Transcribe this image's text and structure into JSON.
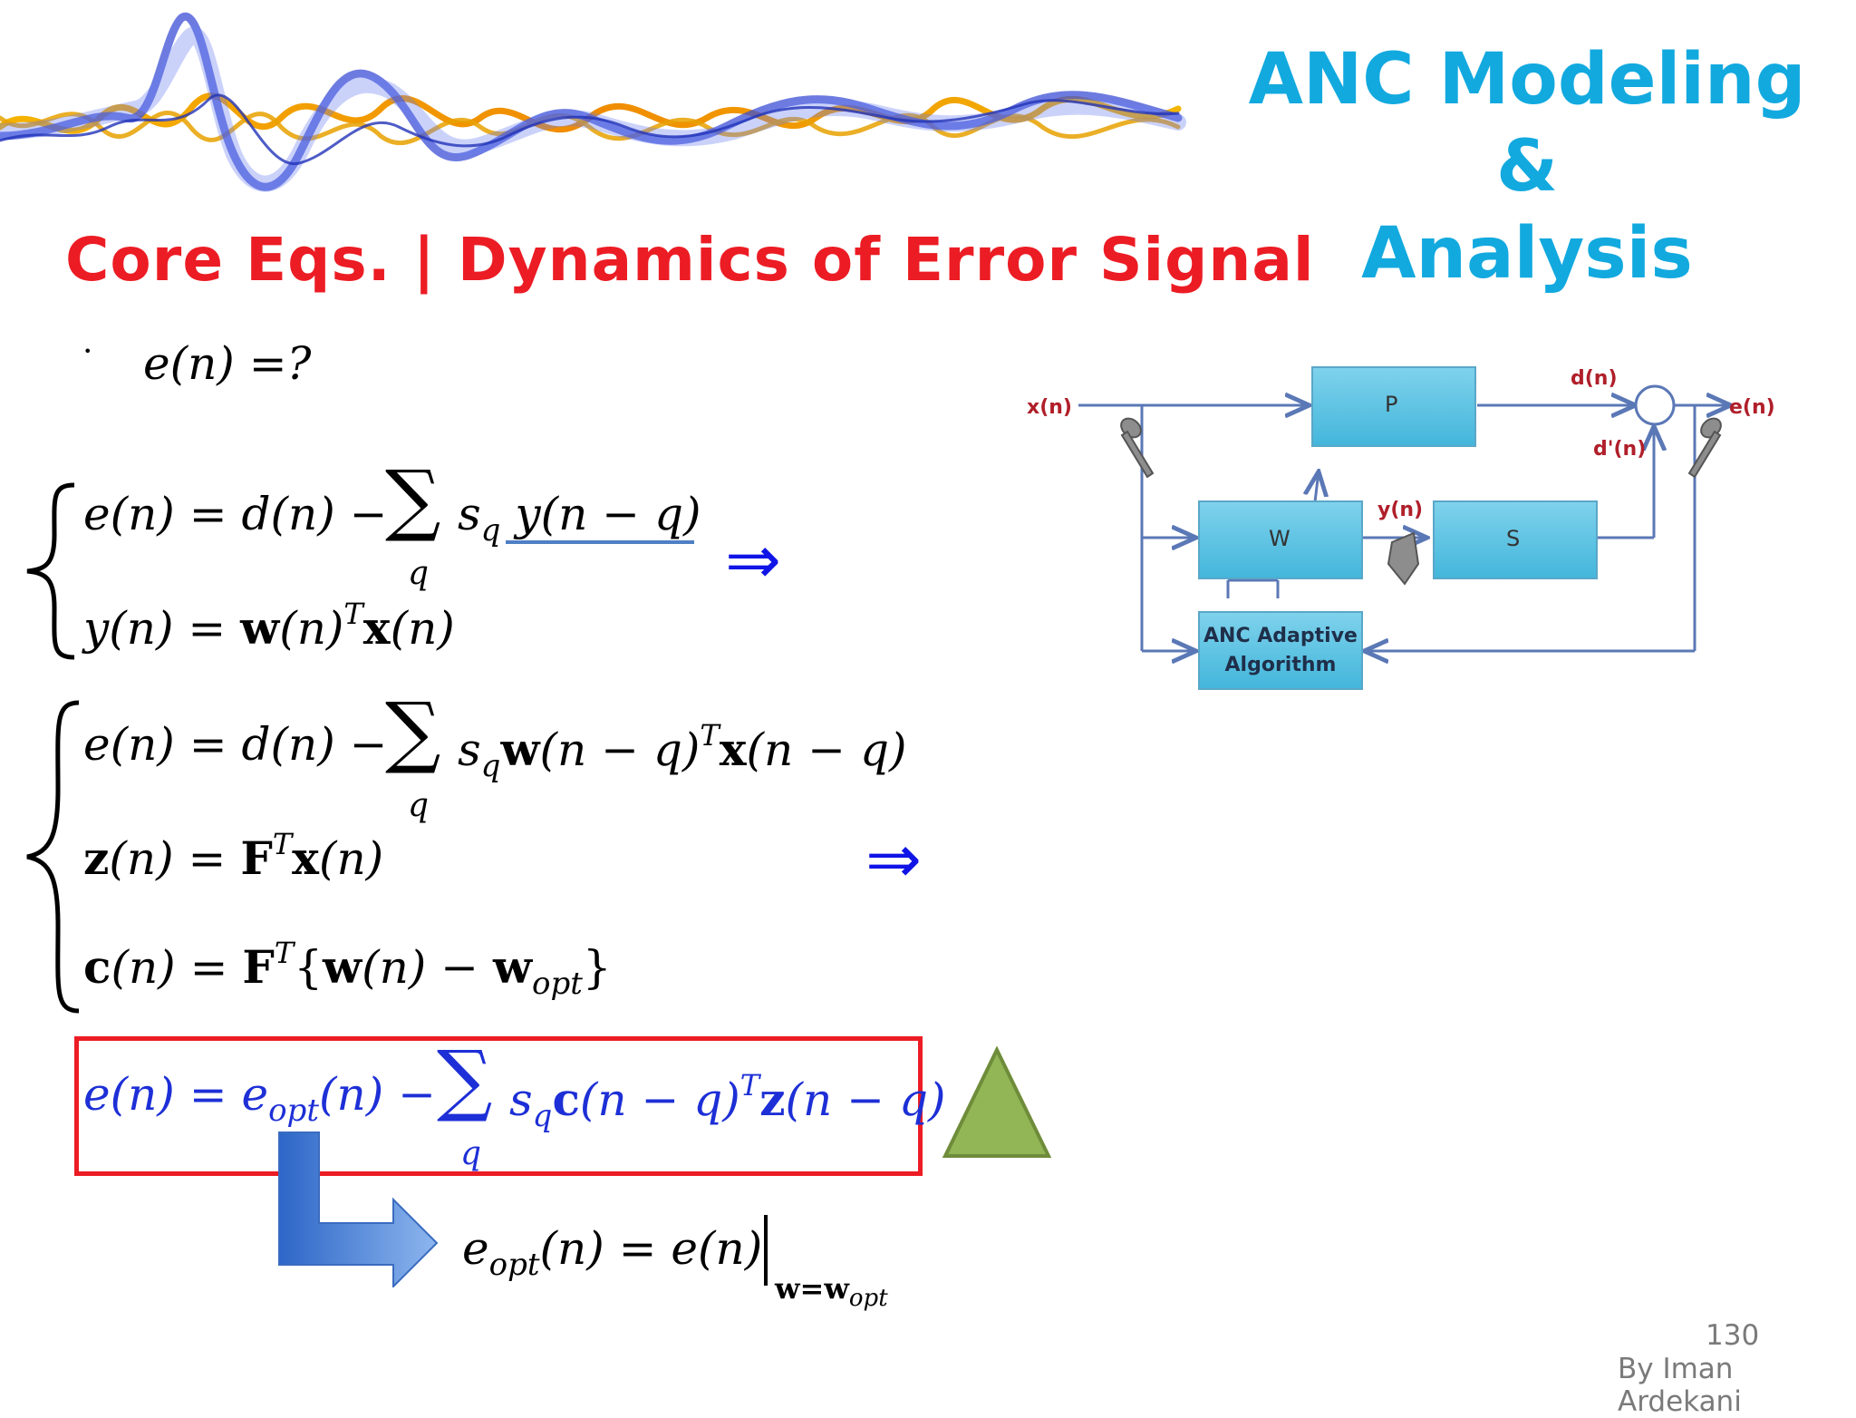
{
  "header": {
    "title_line1": "ANC Modeling &",
    "title_line2": "Analysis"
  },
  "section_title": "Core Eqs. | Dynamics of Error Signal",
  "bullet": {
    "dot": "•",
    "text": "e(n) =?"
  },
  "system1": {
    "eq1_lhs": "e(n) = d(n) −",
    "eq1_rhs": "s",
    "eq1_sub": "q",
    "eq1_tail": " y(n − q)",
    "sum_index": "q",
    "eq2_lhs": "y(n) = ",
    "eq2_w": "w",
    "eq2_mid": "(n)",
    "eq2_T": "T",
    "eq2_x": "x",
    "eq2_end": "(n)"
  },
  "system2": {
    "eq1_lhs": "e(n) = d(n) −",
    "eq1_s": "s",
    "eq1_sub": "q",
    "eq1_w": "w",
    "eq1_mid": "(n − q)",
    "eq1_T": "T",
    "eq1_x": "x",
    "eq1_end": "(n − q)",
    "sum_index": "q",
    "eq2_z": "z",
    "eq2_mid": "(n) = ",
    "eq2_F": "F",
    "eq2_T": "T",
    "eq2_x": "x",
    "eq2_end": "(n)",
    "eq3_c": "c",
    "eq3_mid": "(n) = ",
    "eq3_F": "F",
    "eq3_T": "T",
    "eq3_open": "{",
    "eq3_w": "w",
    "eq3_mid2": "(n) − ",
    "eq3_wopt": "w",
    "eq3_opt": "opt",
    "eq3_close": "}"
  },
  "arrows": {
    "implies": "⇒"
  },
  "boxed_equation": {
    "lhs": "e(n) = e",
    "opt": "opt",
    "mid": "(n) −",
    "s": "s",
    "sub": "q",
    "c": "c",
    "cmid": "(n − q)",
    "T": "T",
    "z": "z",
    "zend": "(n − q)",
    "sum_index": "q"
  },
  "result_equation": {
    "lhs": "e",
    "opt": "opt",
    "rhs": "(n) = e(n)",
    "eval_w": "w=w",
    "eval_opt": "opt"
  },
  "diagram": {
    "x_label": "x(n)",
    "d_label": "d(n)",
    "dprime_label": "d'(n)",
    "e_label": "e(n)",
    "y_label": "y(n)",
    "P": "P",
    "W": "W",
    "S": "S",
    "algo_line1": "ANC Adaptive",
    "algo_line2": "Algorithm"
  },
  "footer": {
    "page": "130",
    "author": "By Iman Ardekani"
  },
  "colors": {
    "title_blue": "#12a9df",
    "section_red": "#ec1c24",
    "eq_blue": "#1d2fd6",
    "box_red": "#ec1c24",
    "triangle_green": "#92b556",
    "block_fill": "#5fc6e3"
  }
}
